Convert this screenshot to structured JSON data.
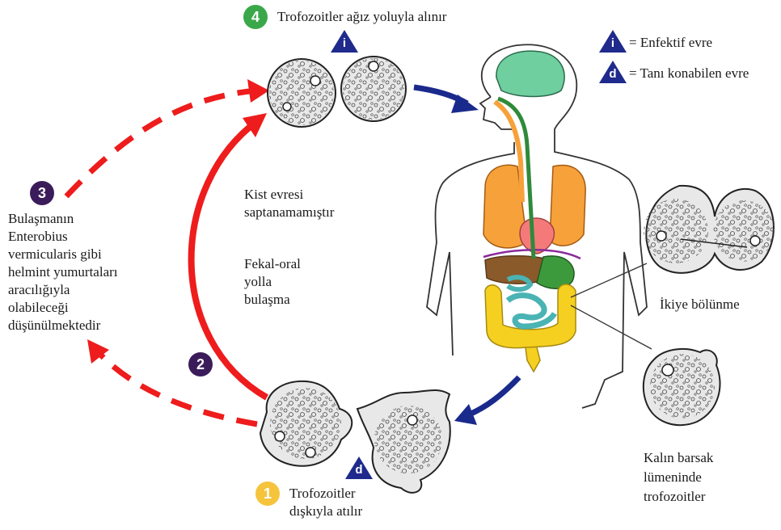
{
  "steps": {
    "step1": {
      "number": "1",
      "line1": "Trofozoitler",
      "line2": "dışkıyla atılır"
    },
    "step2": {
      "number": "2"
    },
    "step3": {
      "number": "3",
      "lines": [
        "Bulaşmanın",
        "Enterobius",
        "vermicularis gibi",
        "helmint yumurtaları",
        "aracılığıyla",
        "olabileceği",
        "düşünülmektedir"
      ]
    },
    "step4": {
      "number": "4",
      "text": "Trofozoitler ağız yoluyla alınır"
    }
  },
  "legend": {
    "infective": {
      "letter": "i",
      "text": "= Enfektif evre"
    },
    "diagnostic": {
      "letter": "d",
      "text": "= Tanı konabilen evre"
    }
  },
  "markers": {
    "infective_letter": "i",
    "diagnostic_letter": "d"
  },
  "labels": {
    "cyst_line1": "Kist evresi",
    "cyst_line2": "saptanamamıştır",
    "fecal_line1": "Fekal-oral",
    "fecal_line2": "yolla",
    "fecal_line3": "bulaşma",
    "binary_fission": "İkiye bölünme",
    "colon_line1": "Kalın barsak",
    "colon_line2": "lümeninde",
    "colon_line3": "trofozoitler"
  },
  "colors": {
    "step1": "#f5c43c",
    "step2": "#3b1c5a",
    "step3": "#3b1c5a",
    "step4": "#3aa84a",
    "marker": "#1f2a8c",
    "red_arrow": "#ee1c1c",
    "blue_arrow": "#1a2a8c",
    "brain": "#6fcf9f",
    "lungs": "#f7a13a",
    "heart": "#f47a7a",
    "esophagus": "#2f8a3a",
    "small_intestine": "#4ab3b3",
    "colon": "#f5d020",
    "liver": "#8a5a2a",
    "stomach": "#3c9a3c"
  }
}
